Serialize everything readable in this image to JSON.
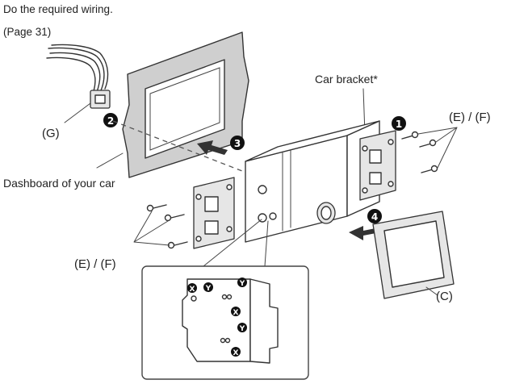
{
  "labels": {
    "instruction_line1": "Do the required wiring.",
    "instruction_line2": "(Page 31)",
    "connector_g": "(G)",
    "dashboard": "Dashboard of your car",
    "car_bracket": "Car bracket*",
    "screws_top": "(E) / (F)",
    "screws_left": "(E) / (F)",
    "trim_c": "(C)"
  },
  "steps": [
    "1",
    "2",
    "3",
    "4"
  ],
  "detail_marks": [
    "X",
    "Y"
  ],
  "icons": [
    "wiring-harness-icon",
    "screw-icon",
    "step-badge-icon",
    "arrow-icon"
  ]
}
